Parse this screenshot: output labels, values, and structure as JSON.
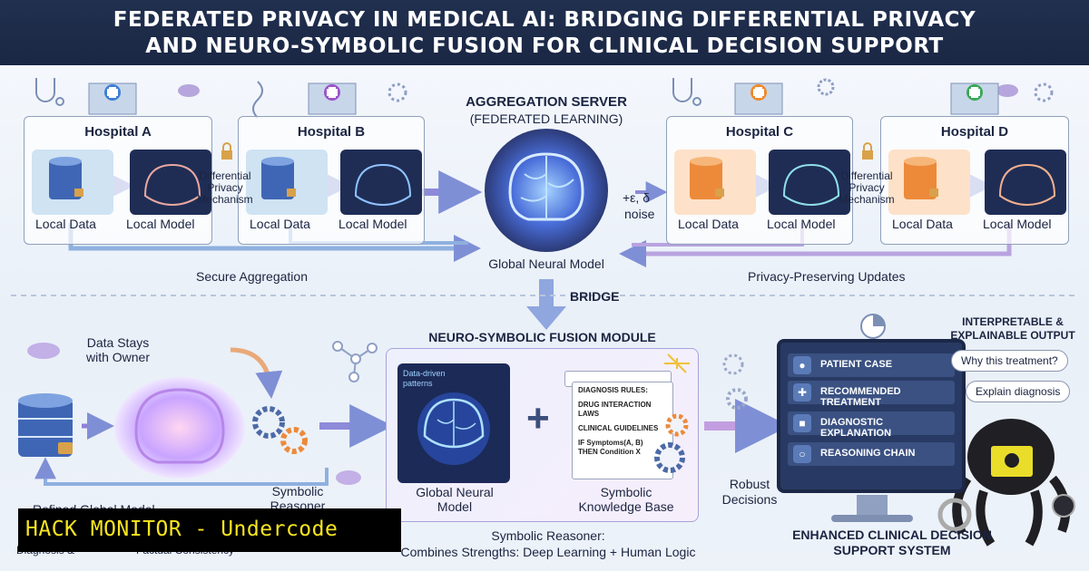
{
  "header": {
    "line1": "FEDERATED PRIVACY IN MEDICAL AI: BRIDGING DIFFERENTIAL PRIVACY",
    "line2": "AND NEURO-SYMBOLIC FUSION FOR CLINICAL DECISION SUPPORT"
  },
  "hospitals": [
    {
      "name": "Hospital A",
      "data_label": "Local Data",
      "model_label": "Local Model"
    },
    {
      "name": "Hospital B",
      "data_label": "Local Data",
      "model_label": "Local Model"
    },
    {
      "name": "Hospital C",
      "data_label": "Local Data",
      "model_label": "Local Model"
    },
    {
      "name": "Hospital D",
      "data_label": "Local Data",
      "model_label": "Local Model"
    }
  ],
  "dp_mechanism": {
    "line1": "Differential",
    "line2": "Privacy",
    "line3": "Mechanism"
  },
  "server": {
    "title": "AGGREGATION SERVER",
    "subtitle": "(FEDERATED LEARNING)",
    "model_label": "Global Neural Model"
  },
  "noise": {
    "formula": "+ε, δ",
    "label": "noise"
  },
  "flows": {
    "secure": "Secure Aggregation",
    "privacy": "Privacy-Preserving Updates",
    "bridge": "BRIDGE"
  },
  "left": {
    "data_owner_line1": "Data Stays",
    "data_owner_line2": "with Owner",
    "refined_model": "Refined Global Model",
    "reasoner_line1": "Symbolic",
    "reasoner_line2": "Reasoner",
    "footer_partial": "Diagnosis &",
    "footer_consistency": "Factual Consistency"
  },
  "fusion": {
    "title": "NEURO-SYMBOLIC FUSION MODULE",
    "patterns_line1": "Data-driven",
    "patterns_line2": "patterns",
    "neural_line1": "Global Neural",
    "neural_line2": "Model",
    "plus": "+",
    "kb_line1": "Symbolic",
    "kb_line2": "Knowledge Base",
    "rules": [
      "DIAGNOSIS RULES:",
      "DRUG INTERACTION LAWS",
      "CLINICAL GUIDELINES",
      "IF Symptoms(A, B)",
      "THEN Condition X"
    ],
    "footer_line1": "Symbolic Reasoner:",
    "footer_line2": "Combines Strengths: Deep Learning + Human Logic"
  },
  "robust": {
    "line1": "Robust",
    "line2": "Decisions"
  },
  "output": {
    "title_line1": "INTERPRETABLE &",
    "title_line2": "EXPLAINABLE OUTPUT",
    "rows": [
      "PATIENT CASE",
      "RECOMMENDED TREATMENT",
      "DIAGNOSTIC EXPLANATION",
      "REASONING CHAIN"
    ],
    "bubble1": "Why this treatment?",
    "bubble2": "Explain diagnosis",
    "system_line1": "ENHANCED CLINICAL DECISION",
    "system_line2": "SUPPORT SYSTEM"
  },
  "banner": {
    "text": "HACK MONITOR - Undercode"
  },
  "colors": {
    "header_bg": "#1f2d4d",
    "accent_purple": "#9a8ee0",
    "accent_blue": "#3f6fc1",
    "banner_bg": "#000000",
    "banner_text": "#f7e51f"
  }
}
